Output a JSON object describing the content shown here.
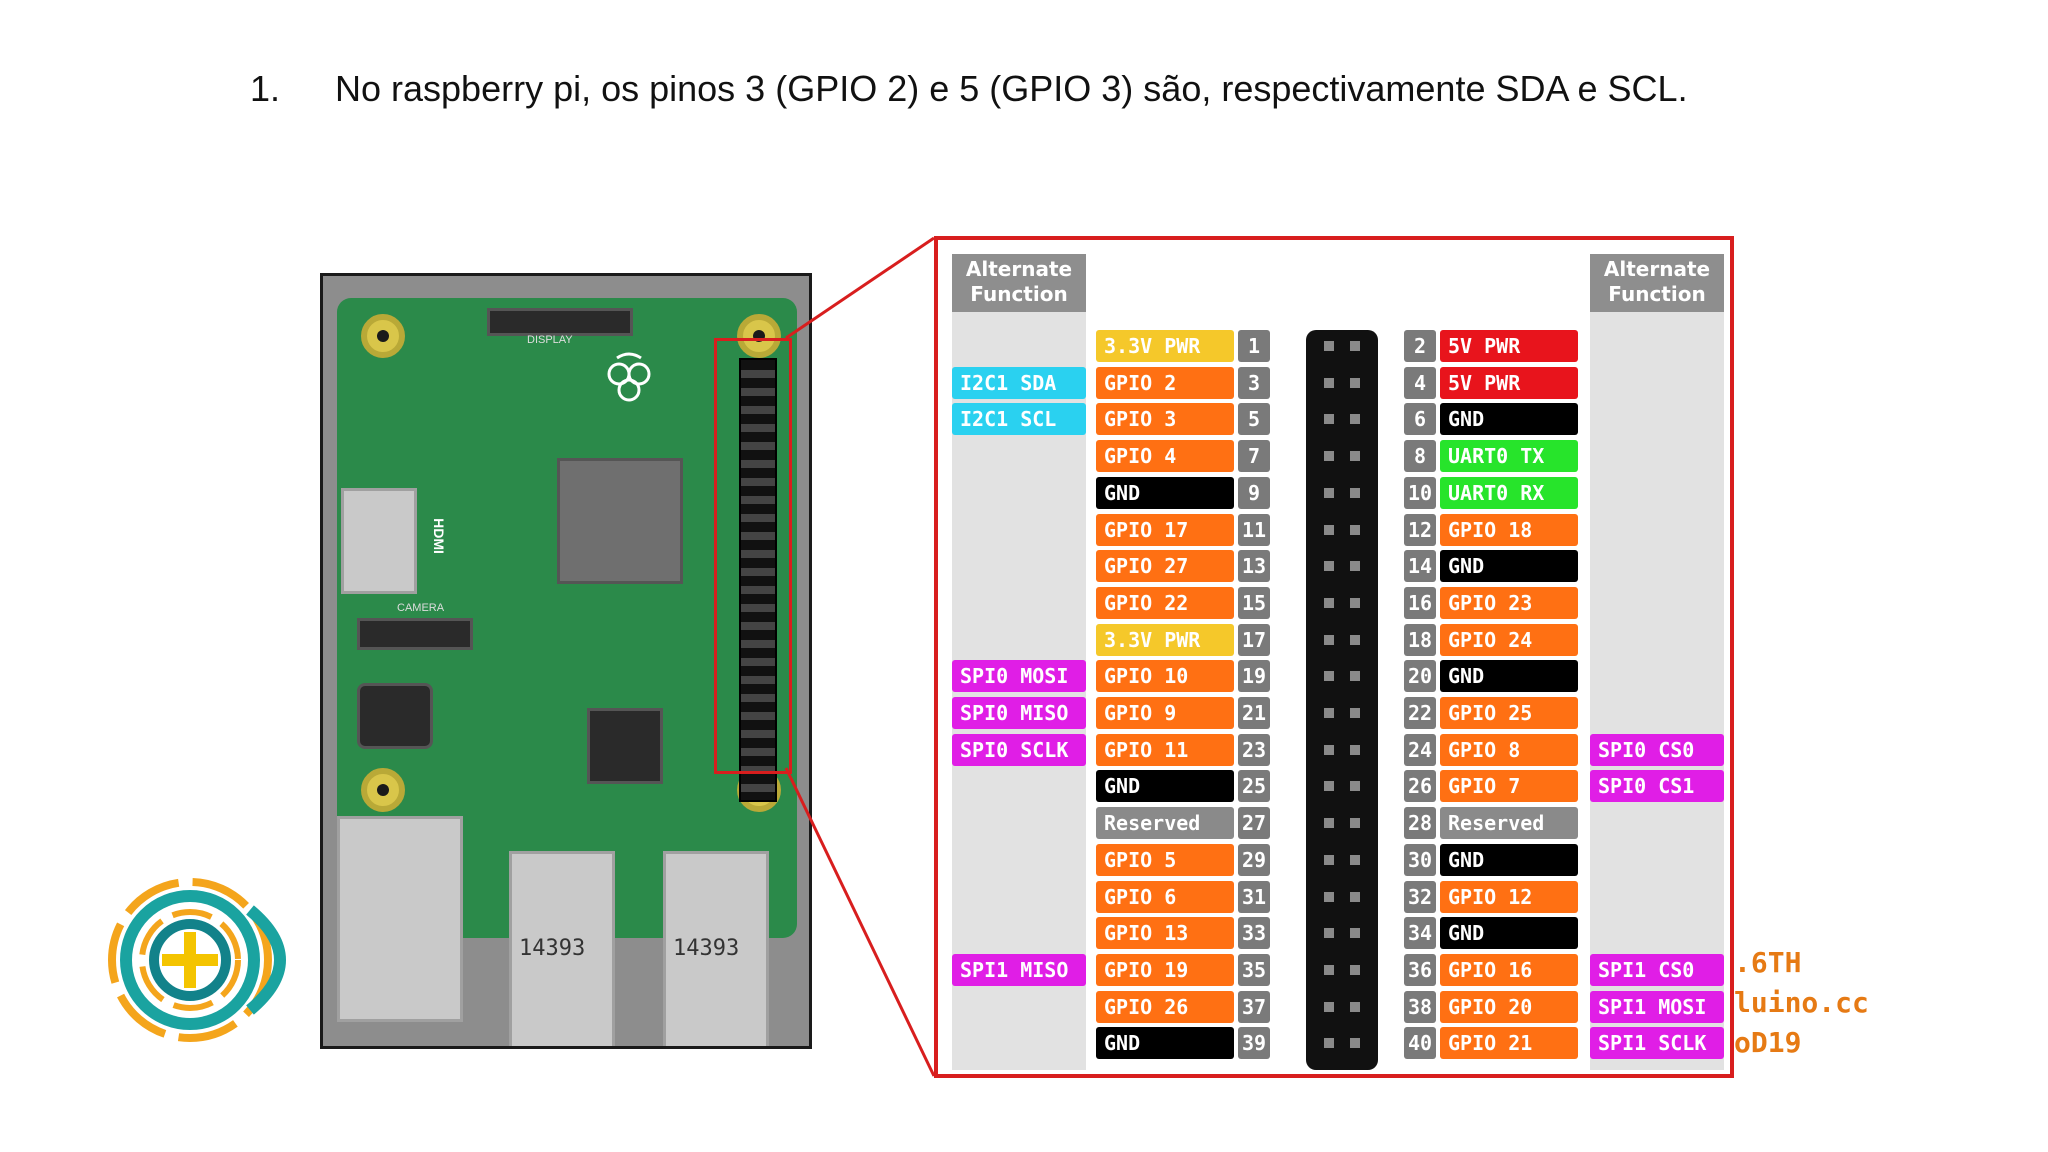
{
  "caption": {
    "number": "1.",
    "text": "No raspberry pi, os pinos 3 (GPIO 2) e 5  (GPIO 3) são, respectivamente SDA e SCL."
  },
  "board": {
    "usb1_label": "14393",
    "usb2_label": "14393",
    "hdmi_label": "HDMI",
    "display_label": "DISPLAY",
    "camera_label": "CAMERA"
  },
  "pinout": {
    "alt_header_left": "Alternate Function",
    "alt_header_right": "Alternate Function",
    "colors": {
      "power33": "#f5c82a",
      "power5": "#e8141c",
      "gpio": "#ff7013",
      "gnd": "#000000",
      "uart": "#27e42b",
      "reserved": "#8a8a8a",
      "i2c": "#2ad1f0",
      "spi": "#e01ee6"
    },
    "rows": [
      {
        "lalt": "",
        "lname": "3.3V PWR",
        "lcol": "power33",
        "lnum": "1",
        "rnum": "2",
        "rname": "5V PWR",
        "rcol": "power5",
        "ralt": ""
      },
      {
        "lalt": "I2C1 SDA",
        "lname": "GPIO 2",
        "lcol": "gpio",
        "lnum": "3",
        "rnum": "4",
        "rname": "5V PWR",
        "rcol": "power5",
        "ralt": ""
      },
      {
        "lalt": "I2C1 SCL",
        "lname": "GPIO 3",
        "lcol": "gpio",
        "lnum": "5",
        "rnum": "6",
        "rname": "GND",
        "rcol": "gnd",
        "ralt": ""
      },
      {
        "lalt": "",
        "lname": "GPIO 4",
        "lcol": "gpio",
        "lnum": "7",
        "rnum": "8",
        "rname": "UART0 TX",
        "rcol": "uart",
        "ralt": ""
      },
      {
        "lalt": "",
        "lname": "GND",
        "lcol": "gnd",
        "lnum": "9",
        "rnum": "10",
        "rname": "UART0 RX",
        "rcol": "uart",
        "ralt": ""
      },
      {
        "lalt": "",
        "lname": "GPIO 17",
        "lcol": "gpio",
        "lnum": "11",
        "rnum": "12",
        "rname": "GPIO 18",
        "rcol": "gpio",
        "ralt": ""
      },
      {
        "lalt": "",
        "lname": "GPIO 27",
        "lcol": "gpio",
        "lnum": "13",
        "rnum": "14",
        "rname": "GND",
        "rcol": "gnd",
        "ralt": ""
      },
      {
        "lalt": "",
        "lname": "GPIO 22",
        "lcol": "gpio",
        "lnum": "15",
        "rnum": "16",
        "rname": "GPIO 23",
        "rcol": "gpio",
        "ralt": ""
      },
      {
        "lalt": "",
        "lname": "3.3V PWR",
        "lcol": "power33",
        "lnum": "17",
        "rnum": "18",
        "rname": "GPIO 24",
        "rcol": "gpio",
        "ralt": ""
      },
      {
        "lalt": "SPI0 MOSI",
        "lname": "GPIO 10",
        "lcol": "gpio",
        "lnum": "19",
        "rnum": "20",
        "rname": "GND",
        "rcol": "gnd",
        "ralt": ""
      },
      {
        "lalt": "SPI0 MISO",
        "lname": "GPIO 9",
        "lcol": "gpio",
        "lnum": "21",
        "rnum": "22",
        "rname": "GPIO 25",
        "rcol": "gpio",
        "ralt": ""
      },
      {
        "lalt": "SPI0 SCLK",
        "lname": "GPIO 11",
        "lcol": "gpio",
        "lnum": "23",
        "rnum": "24",
        "rname": "GPIO 8",
        "rcol": "gpio",
        "ralt": "SPI0 CS0"
      },
      {
        "lalt": "",
        "lname": "GND",
        "lcol": "gnd",
        "lnum": "25",
        "rnum": "26",
        "rname": "GPIO 7",
        "rcol": "gpio",
        "ralt": "SPI0 CS1"
      },
      {
        "lalt": "",
        "lname": "Reserved",
        "lcol": "reserved",
        "lnum": "27",
        "rnum": "28",
        "rname": "Reserved",
        "rcol": "reserved",
        "ralt": ""
      },
      {
        "lalt": "",
        "lname": "GPIO 5",
        "lcol": "gpio",
        "lnum": "29",
        "rnum": "30",
        "rname": "GND",
        "rcol": "gnd",
        "ralt": ""
      },
      {
        "lalt": "",
        "lname": "GPIO 6",
        "lcol": "gpio",
        "lnum": "31",
        "rnum": "32",
        "rname": "GPIO 12",
        "rcol": "gpio",
        "ralt": ""
      },
      {
        "lalt": "",
        "lname": "GPIO 13",
        "lcol": "gpio",
        "lnum": "33",
        "rnum": "34",
        "rname": "GND",
        "rcol": "gnd",
        "ralt": ""
      },
      {
        "lalt": "SPI1 MISO",
        "lname": "GPIO 19",
        "lcol": "gpio",
        "lnum": "35",
        "rnum": "36",
        "rname": "GPIO 16",
        "rcol": "gpio",
        "ralt": "SPI1 CS0"
      },
      {
        "lalt": "",
        "lname": "GPIO 26",
        "lcol": "gpio",
        "lnum": "37",
        "rnum": "38",
        "rname": "GPIO 20",
        "rcol": "gpio",
        "ralt": "SPI1 MOSI"
      },
      {
        "lalt": "",
        "lname": "GND",
        "lcol": "gnd",
        "lnum": "39",
        "rnum": "40",
        "rname": "GPIO 21",
        "rcol": "gpio",
        "ralt": "SPI1 SCLK"
      }
    ]
  },
  "watermark": {
    "line1": ".6TH",
    "line2": "luino.cc",
    "line3": "oD19"
  }
}
